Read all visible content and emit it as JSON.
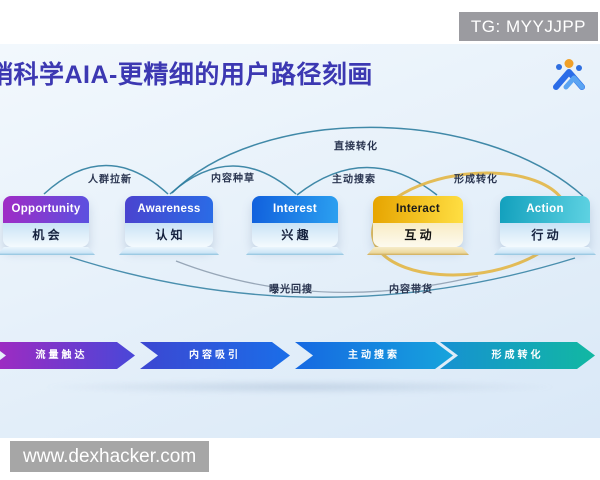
{
  "badge": {
    "text": "TG: MYYJJPP"
  },
  "watermark": {
    "text": "www.dexhacker.com"
  },
  "slide": {
    "title": "销科学AIA-更精细的用户路径刻画",
    "title_color": "#3c38b2",
    "stages": [
      {
        "en": "Opportunity",
        "zh": "机 会",
        "color_from": "#a02bc5",
        "color_to": "#5b51e0"
      },
      {
        "en": "Awareness",
        "zh": "认 知",
        "color_from": "#4a43cf",
        "color_to": "#2a6ce6"
      },
      {
        "en": "Interest",
        "zh": "兴 趣",
        "color_from": "#1160dd",
        "color_to": "#2ba0f0"
      },
      {
        "en": "Interact",
        "zh": "互 动",
        "color_from": "#e6a400",
        "color_to": "#ffdf43"
      },
      {
        "en": "Action",
        "zh": "行 动",
        "color_from": "#12a0bd",
        "color_to": "#5ed2e2"
      }
    ],
    "arcs": {
      "audience_acquisition": "人群拉新",
      "content_seeding": "内容种草",
      "active_search": "主动搜索",
      "direct_conversion": "直接转化",
      "forming_conversion": "形成转化",
      "exposure_research": "曝光回搜",
      "content_commerce": "内容带货",
      "line_color": "#2e7d9e",
      "highlight_color": "#e3b84e"
    },
    "funnel": [
      {
        "label": "流量触达",
        "from": "#a429c0",
        "to": "#4947d8"
      },
      {
        "label": "内容吸引",
        "from": "#3c47d2",
        "to": "#1a6ee8"
      },
      {
        "label": "主动搜索",
        "from": "#1668e2",
        "to": "#16a4dc"
      },
      {
        "label": "形成转化",
        "from": "#1691d2",
        "to": "#12b8a2"
      }
    ]
  }
}
